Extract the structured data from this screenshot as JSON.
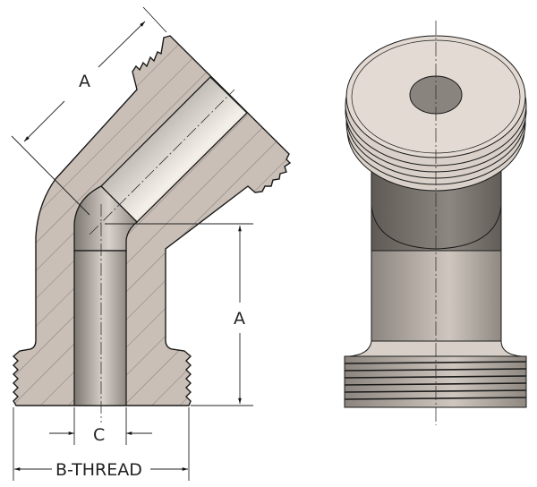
{
  "section_view": {
    "dimensions": {
      "angled_length": "A",
      "vertical_length": "A",
      "bore": "C",
      "thread": "B-THREAD"
    }
  },
  "colors": {
    "section_fill": "#c9bfb7",
    "outline": "#1a1a1a",
    "bore_dark": "#8a847e",
    "bore_light": "#efe9e2",
    "face_fill": "#e3dbd3"
  }
}
